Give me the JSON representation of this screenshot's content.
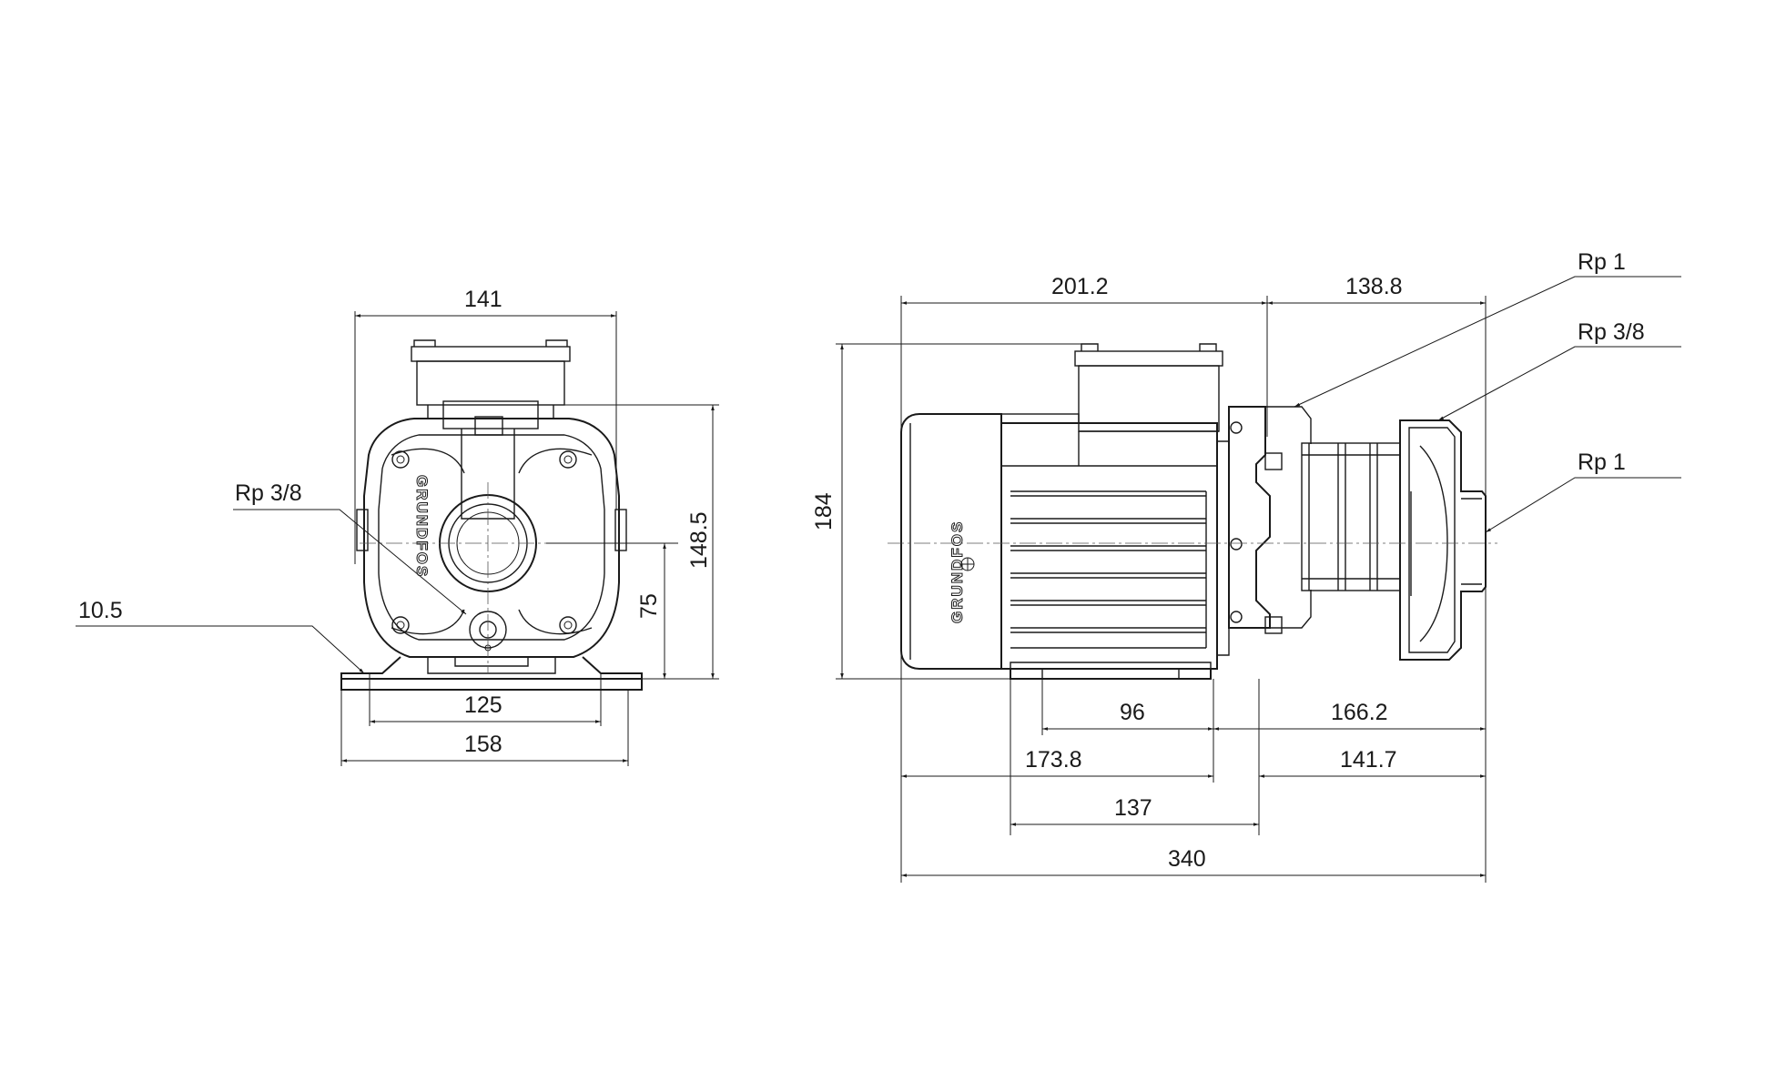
{
  "brand": "GRUNDFOS",
  "front_view": {
    "width_top": "141",
    "height_outlet": "148.5",
    "height_axis": "75",
    "foot_holes": "125",
    "foot_width": "158",
    "foot_thickness": "10.5",
    "plug": "Rp 3/8"
  },
  "side_view": {
    "motor_length": "201.2",
    "pump_length": "138.8",
    "total_height": "184",
    "foot_spacing": "96",
    "foot_to_end": "166.2",
    "to_foot_end": "173.8",
    "foot_end_to_end": "141.7",
    "mid_span": "137",
    "total_length": "340",
    "outlet_connection": "Rp 1",
    "drain_connection": "Rp 3/8",
    "inlet_connection": "Rp 1"
  }
}
